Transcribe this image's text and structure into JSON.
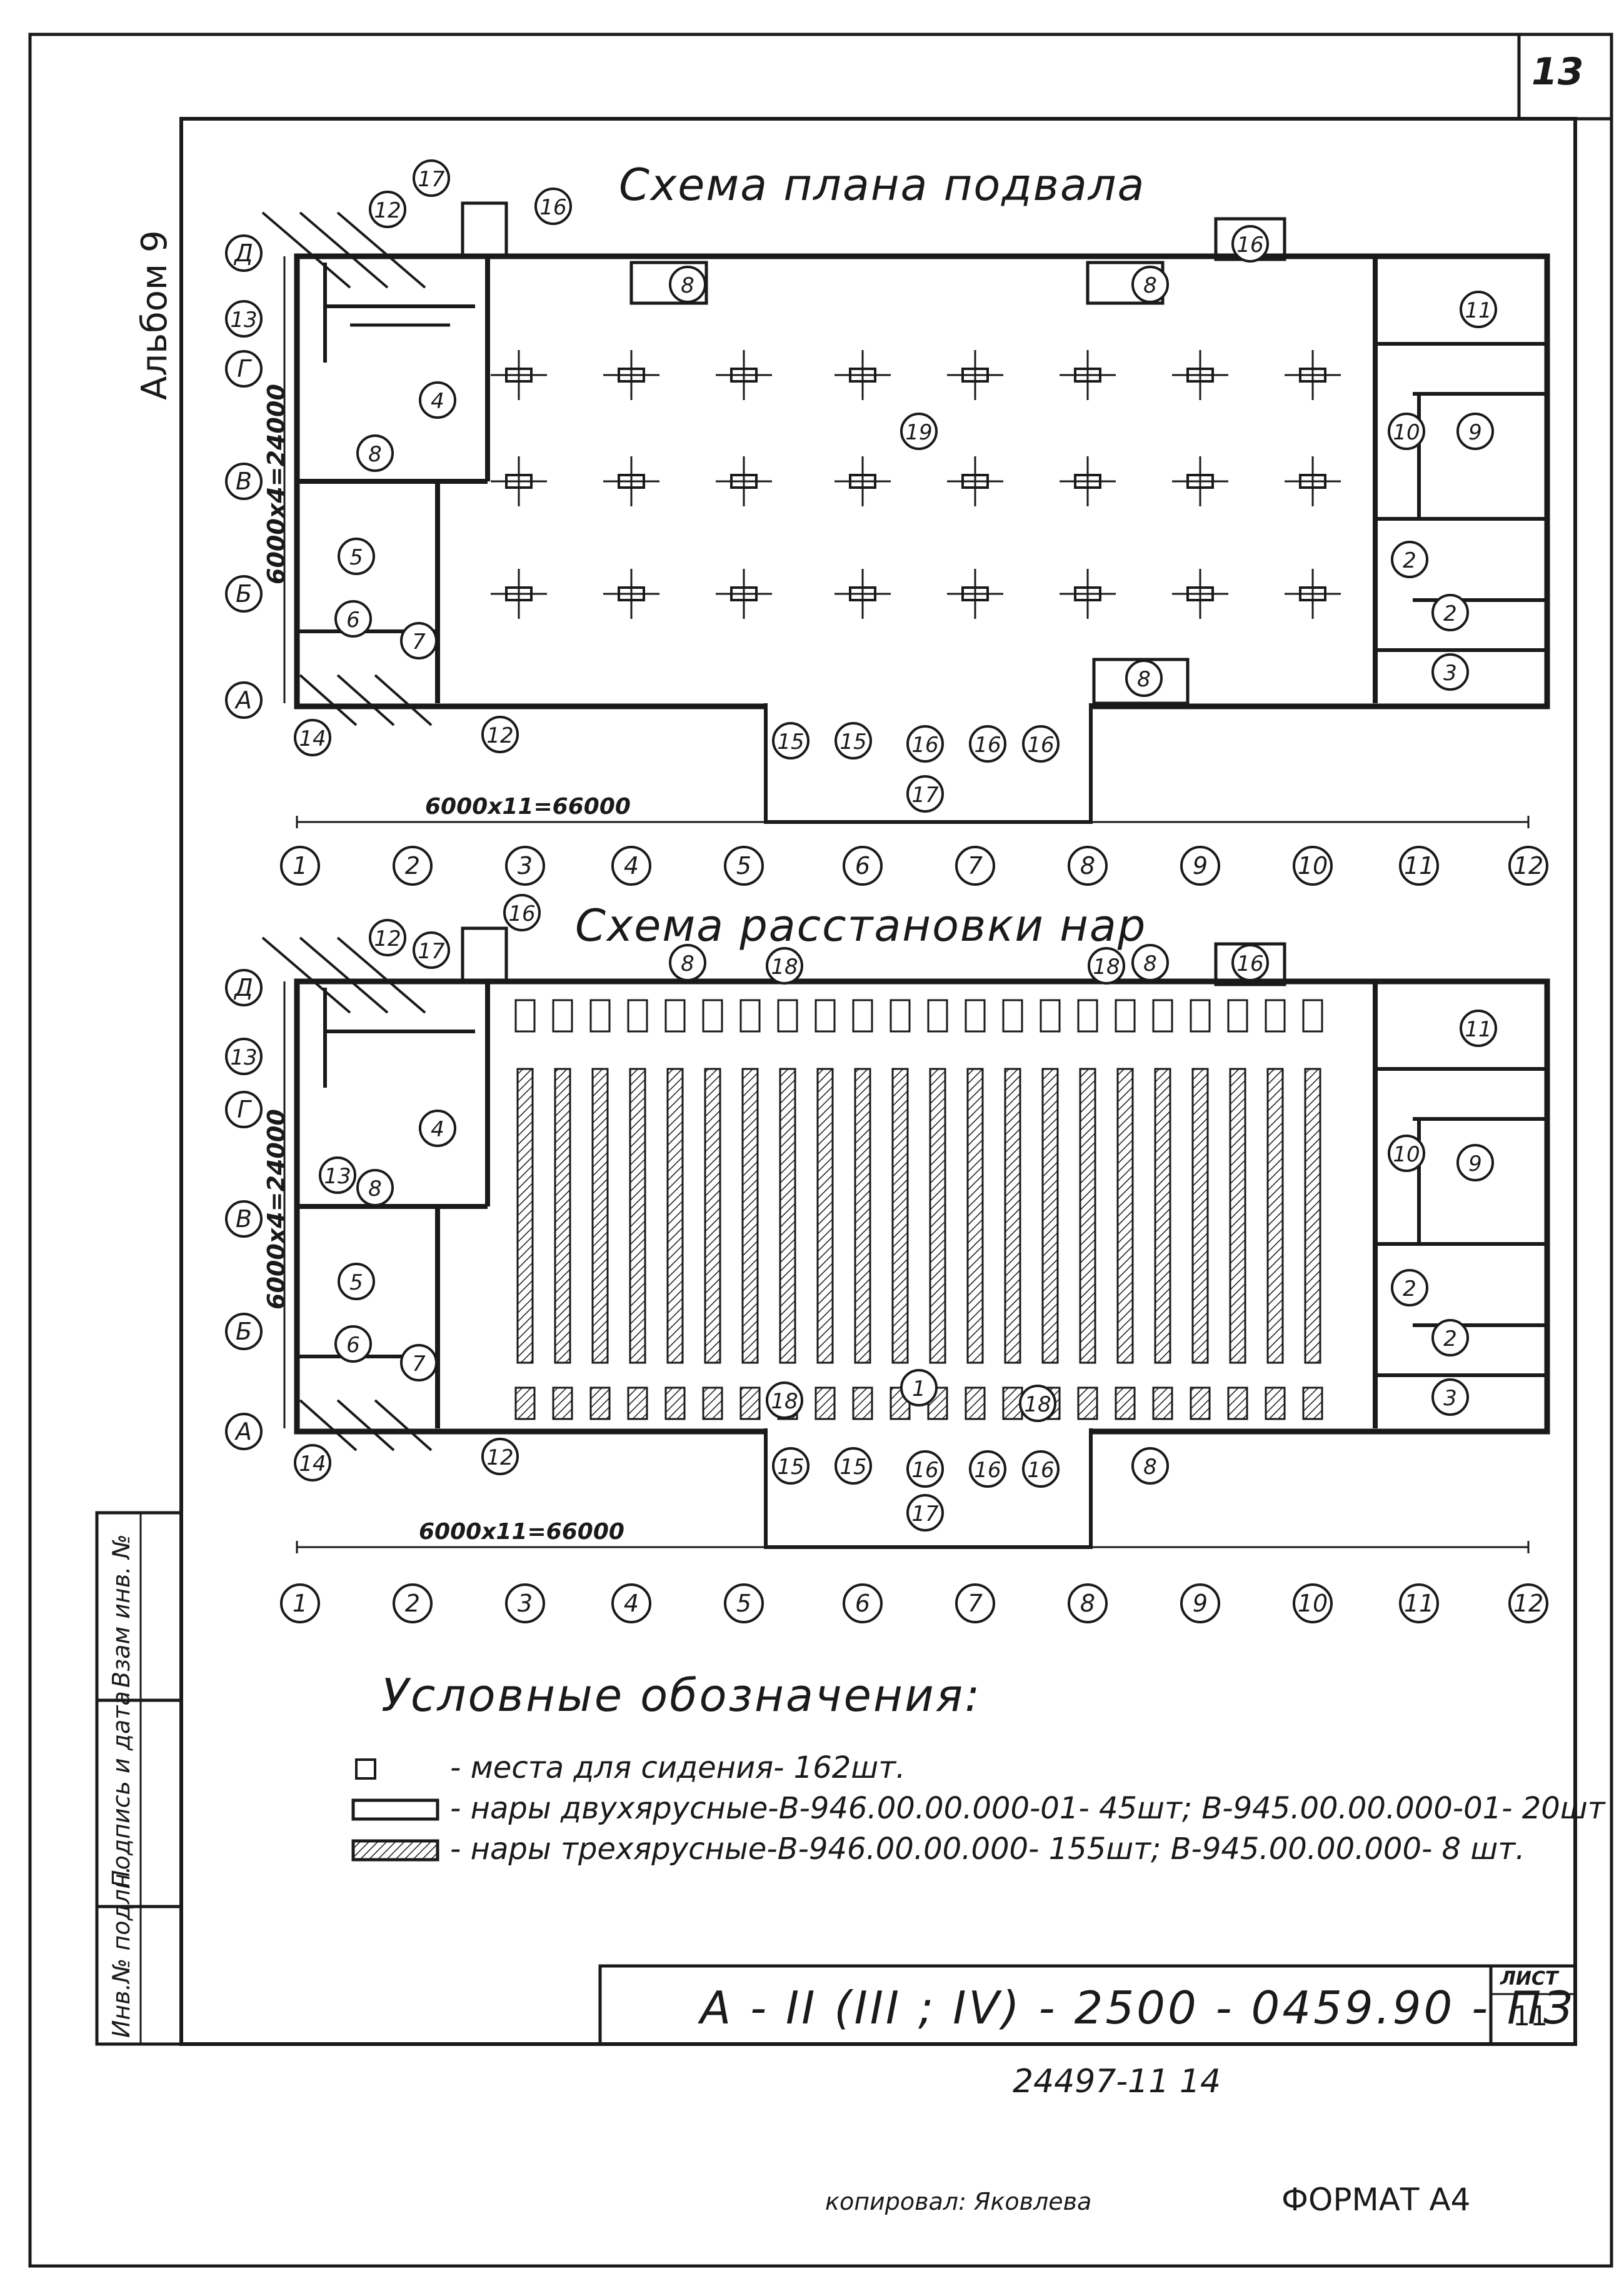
{
  "sheet": {
    "page_number": "13",
    "album_label": "Альбом 9",
    "sheet_label": "ЛИСТ",
    "sheet_value": "11",
    "doc_code": "А - II (III ; IV) - 2500 - 0459.90 - ПЗ",
    "archive_number": "24497-11  14",
    "copied_by": "копировал: Яковлева",
    "format": "ФОРМАТ  А4"
  },
  "sidebar_fields": [
    "Инв.№ подлн.",
    "Подпись и дата",
    "Взам инв. №"
  ],
  "plan_top": {
    "title": "Схема плана подвала",
    "dimension_h": "6000х11=66000",
    "dimension_v": "6000х4=24000"
  },
  "plan_bottom": {
    "title": "Схема расстановки нар",
    "dimension_h": "6000х11=66000",
    "dimension_v": "6000х4=24000"
  },
  "axes_letters": [
    "Д",
    "Г",
    "В",
    "Б",
    "А"
  ],
  "axes_numbers": [
    "1",
    "2",
    "3",
    "4",
    "5",
    "6",
    "7",
    "8",
    "9",
    "10",
    "11",
    "12"
  ],
  "legend": {
    "title": "Условные обозначения:",
    "items": [
      "- места для сидения- 162шт.",
      "- нары двухярусные-В-946.00.00.000-01- 45шт; В-945.00.00.000-01- 20шт",
      "- нары трехярусные-В-946.00.00.000- 155шт; В-945.00.00.000- 8 шт."
    ]
  },
  "room_labels_top": [
    "12",
    "17",
    "16",
    "16",
    "13",
    "8",
    "8",
    "11",
    "4",
    "19",
    "10",
    "9",
    "8",
    "5",
    "2",
    "6",
    "7",
    "2",
    "3",
    "8",
    "14",
    "12",
    "15",
    "15",
    "16",
    "16",
    "16",
    "17"
  ],
  "room_labels_bottom": [
    "12",
    "16",
    "17",
    "8",
    "18",
    "18",
    "8",
    "16",
    "13",
    "11",
    "4",
    "10",
    "9",
    "13",
    "8",
    "5",
    "2",
    "6",
    "7",
    "2",
    "3",
    "18",
    "1",
    "18",
    "8",
    "14",
    "12",
    "15",
    "15",
    "16",
    "16",
    "16",
    "17"
  ]
}
